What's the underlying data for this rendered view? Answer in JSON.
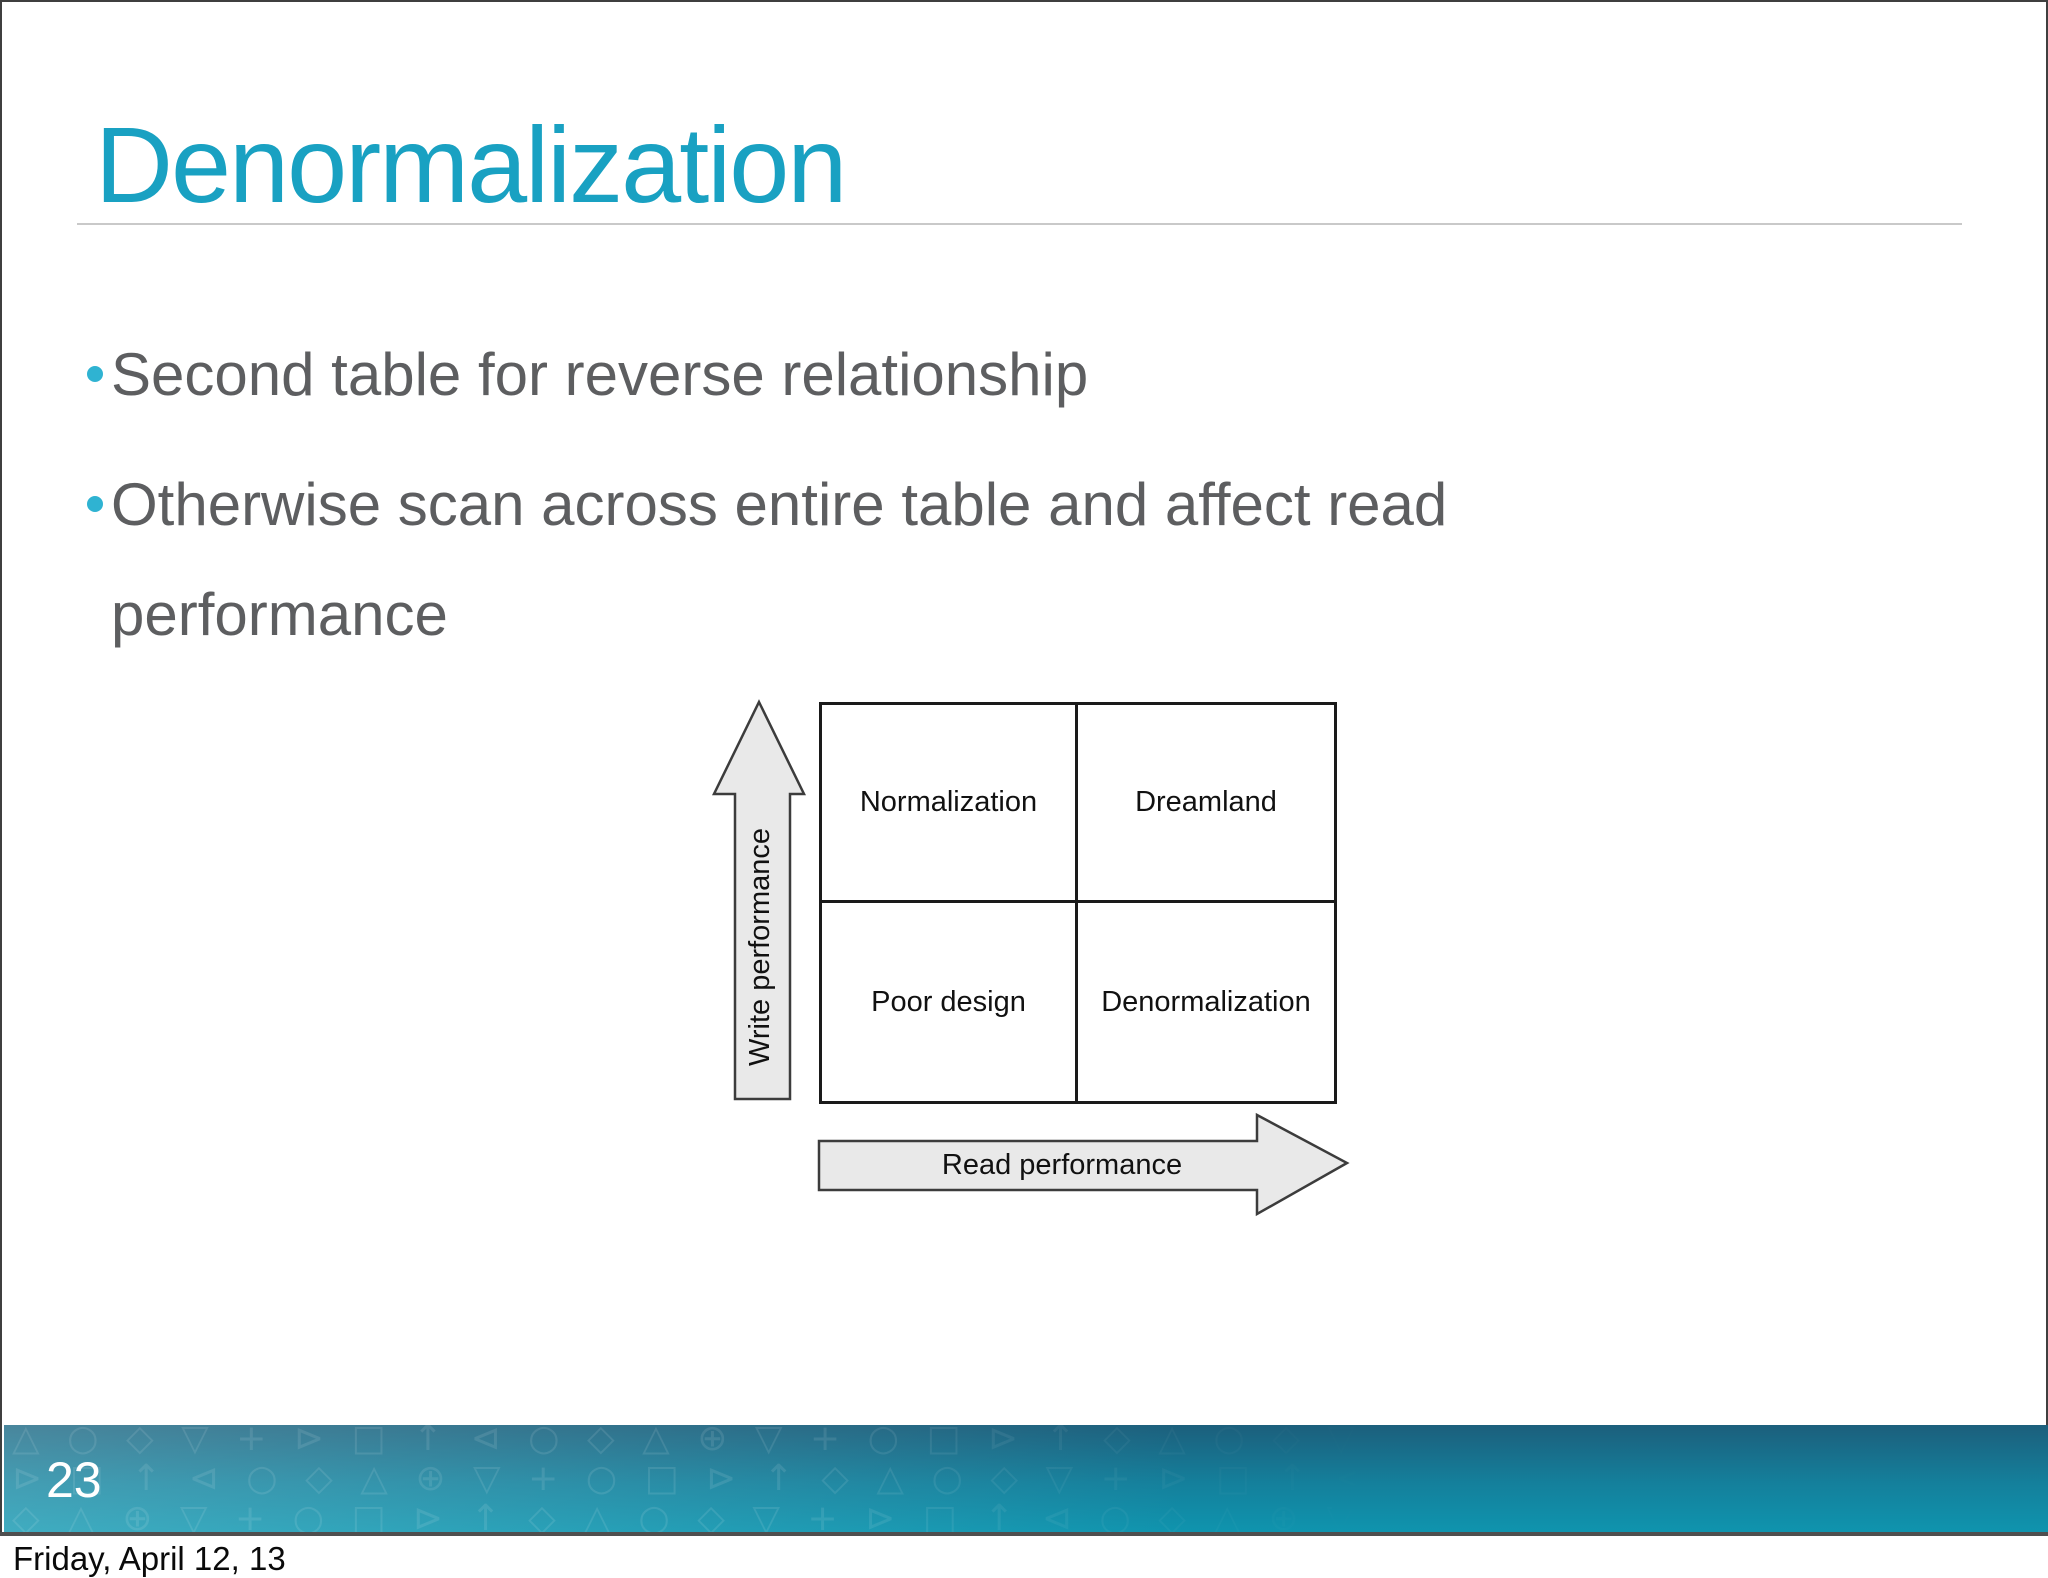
{
  "slide": {
    "title": "Denormalization",
    "bullets": [
      "Second table for reverse relationship",
      "Otherwise scan across entire table and affect read performance"
    ],
    "page_number": "23",
    "date_stamp": "Friday, April 12, 13"
  },
  "diagram": {
    "type": "quadrant-matrix",
    "x_axis_label": "Read performance",
    "y_axis_label": "Write performance",
    "quadrants": {
      "top_left": "Normalization",
      "top_right": "Dreamland",
      "bottom_left": "Poor design",
      "bottom_right": "Denormalization"
    }
  },
  "colors": {
    "title_teal": "#19a1c2",
    "body_text": "#5d5e60",
    "bullet_dot": "#2fb3d2",
    "divider": "#c9c9c9",
    "grid_stroke": "#1a1a1a",
    "arrow_fill": "#e9e9e9",
    "arrow_stroke": "#3c3c3c",
    "footer_teal_top": "#1c5f7c",
    "footer_teal_bottom": "#0f94ae"
  },
  "footer": {
    "pattern": "△ ○ ◇ ▽ + ⊳ □ ↑ ⊲ ○ ◇ △ ⊕ ▽ + ○ □ ⊳ ↑ ◇ △ ○ ◇ ▽ + ⊳ □ ↑ ⊲ ○ ◇ △ ⊕ ▽ + ○ □ ⊳ ↑ ◇ △ ○ ◇ ▽ + ⊳ □ ↑ ⊲ ○ ◇ △ ⊕ ▽ + ○ □ ⊳ ↑ ◇ △ ○ ◇ ▽ + ⊳ □ ↑ ⊲ ○ ◇ △ ⊕ ▽ + ○ □ ⊳ ↑ ◇ △ ○ ◇ ▽ + ⊳ □ ↑ ⊲ ○ ◇ △ ⊕ ▽ + ○ □ ⊳ ↑ ◇"
  }
}
